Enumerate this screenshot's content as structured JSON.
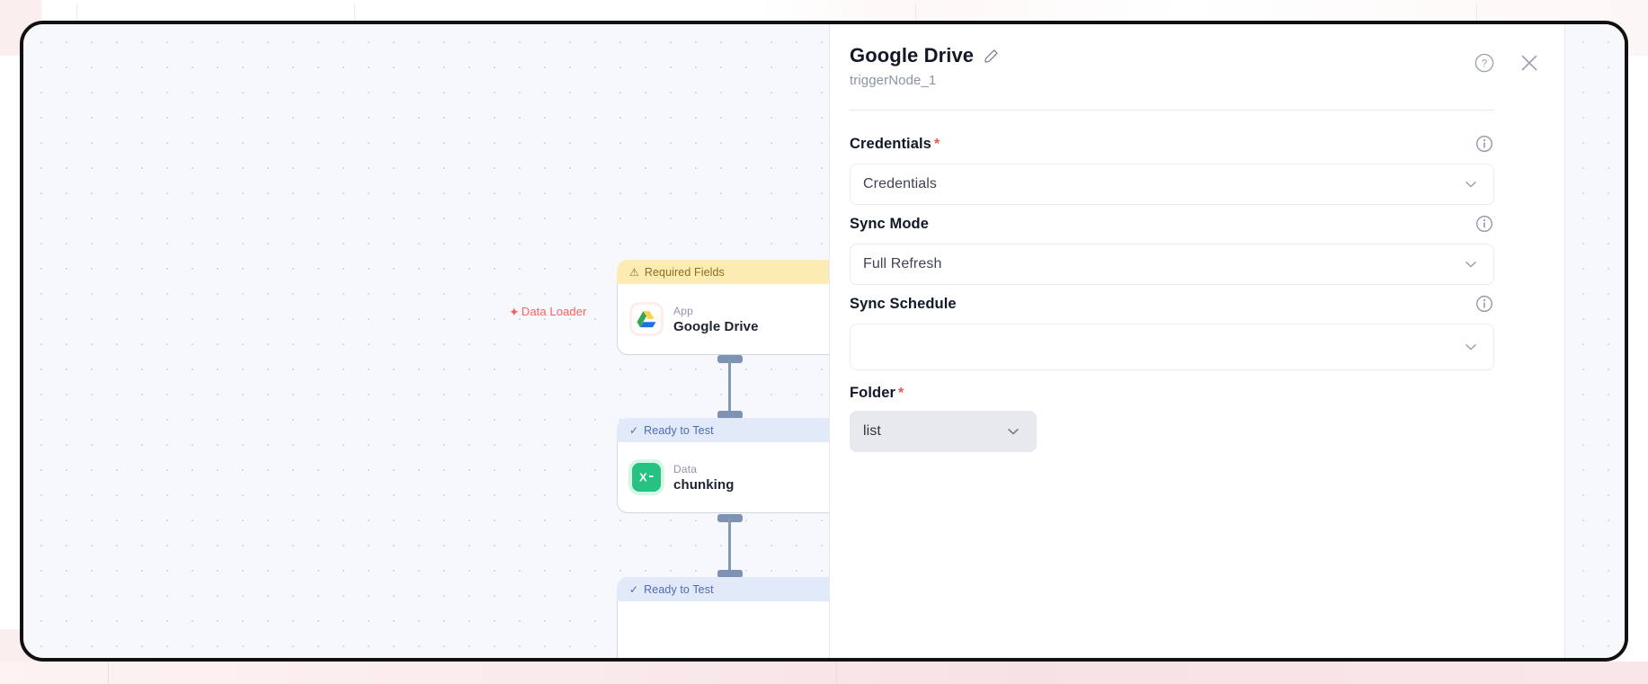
{
  "canvas": {
    "data_loader_label": "Data Loader",
    "data_loader_icon": "sparkle-icon",
    "nodes": [
      {
        "status": "Required Fields",
        "status_type": "warning",
        "status_icon": "warning-triangle-icon",
        "kind": "App",
        "title": "Google Drive",
        "icon": "google-drive-icon"
      },
      {
        "status": "Ready to Test",
        "status_type": "ready",
        "status_icon": "check-icon",
        "kind": "Data",
        "title": "chunking",
        "icon": "excel-file-icon"
      },
      {
        "status": "Ready to Test",
        "status_type": "ready",
        "status_icon": "check-icon",
        "kind": "",
        "title": "",
        "icon": ""
      }
    ]
  },
  "panel": {
    "title": "Google Drive",
    "edit_icon": "pencil-icon",
    "subtitle": "triggerNode_1",
    "help_icon": "help-circle-icon",
    "close_icon": "close-icon",
    "fields": [
      {
        "label": "Credentials",
        "required": true,
        "info_icon": "info-circle-icon",
        "value": "Credentials",
        "variant": "full"
      },
      {
        "label": "Sync Mode",
        "required": false,
        "info_icon": "info-circle-icon",
        "value": "Full Refresh",
        "variant": "full"
      },
      {
        "label": "Sync Schedule",
        "required": false,
        "info_icon": "info-circle-icon",
        "value": "",
        "variant": "full"
      },
      {
        "label": "Folder",
        "required": true,
        "info_icon": "",
        "value": "list",
        "variant": "compact"
      }
    ]
  },
  "colors": {
    "warning_bg": "#FDEBB4",
    "warning_text": "#8A6D1E",
    "ready_bg": "#E2E9F8",
    "ready_text": "#4D6BB5",
    "required_star": "#F2564D",
    "data_loader": "#F4645F",
    "connector": "#8497B5",
    "node_green": "#26C281"
  }
}
